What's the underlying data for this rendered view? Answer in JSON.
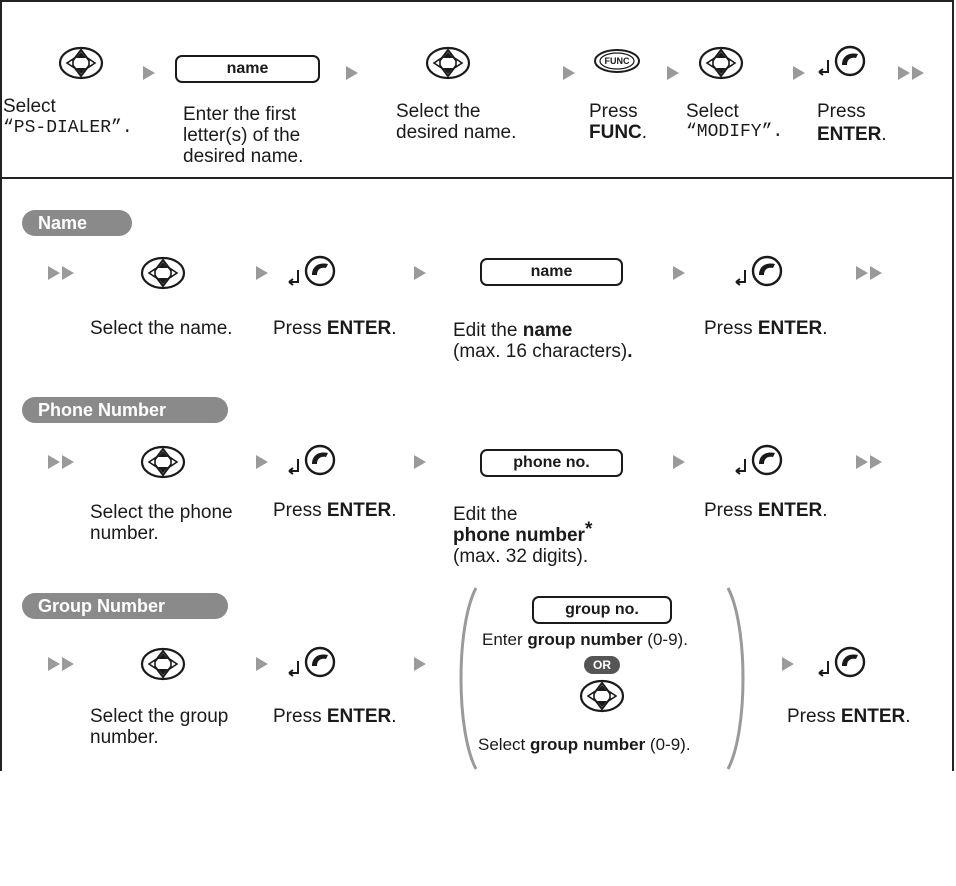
{
  "intro": {
    "step1": {
      "line1": "Select",
      "line2": "“PS-DIALER”."
    },
    "step2": {
      "field": "name",
      "line1": "Enter the first",
      "line2": "letter(s) of the",
      "line3": "desired name."
    },
    "step3": {
      "line1": "Select the",
      "line2": "desired name."
    },
    "step4": {
      "key": "FUNC",
      "line1": "Press",
      "line2": "FUNC",
      "line2_end": "."
    },
    "step5": {
      "line1": "Select",
      "line2": "“MODIFY”."
    },
    "step6": {
      "line1": "Press",
      "line2": "ENTER",
      "line2_end": "."
    }
  },
  "name_section": {
    "label": "Name",
    "s1": "Select the name.",
    "s2_pre": "Press ",
    "s2_bold": "ENTER",
    "s2_end": ".",
    "field": "name",
    "s3_pre": "Edit the ",
    "s3_bold": "name",
    "s3_line2": "(max. 16 characters)",
    "s3_line2_end": ".",
    "s4_pre": "Press ",
    "s4_bold": "ENTER",
    "s4_end": "."
  },
  "phone_section": {
    "label": "Phone Number",
    "s1_line1": "Select the phone",
    "s1_line2": "number.",
    "s2_pre": "Press ",
    "s2_bold": "ENTER",
    "s2_end": ".",
    "field": "phone no.",
    "s3_line1": "Edit the",
    "s3_bold": "phone number",
    "s3_star": "*",
    "s3_line3": "(max. 32 digits).",
    "s4_pre": "Press ",
    "s4_bold": "ENTER",
    "s4_end": "."
  },
  "group_section": {
    "label": "Group Number",
    "s1_line1": "Select the group",
    "s1_line2": "number.",
    "s2_pre": "Press ",
    "s2_bold": "ENTER",
    "s2_end": ".",
    "field": "group no.",
    "alt1_pre": "Enter ",
    "alt1_bold": "group number",
    "alt1_end": " (0-9).",
    "or": "OR",
    "alt2_pre": "Select ",
    "alt2_bold": "group number",
    "alt2_end": " (0-9).",
    "s4_pre": "Press ",
    "s4_bold": "ENTER",
    "s4_end": "."
  },
  "icons": [
    "navigator-key-icon",
    "enter-handset-icon",
    "func-key-icon",
    "arrow-icon",
    "double-arrow-icon"
  ],
  "colors": {
    "pill": "#8a8a8a",
    "arrow": "#9a9a9a",
    "ink": "#1a1a1a"
  }
}
